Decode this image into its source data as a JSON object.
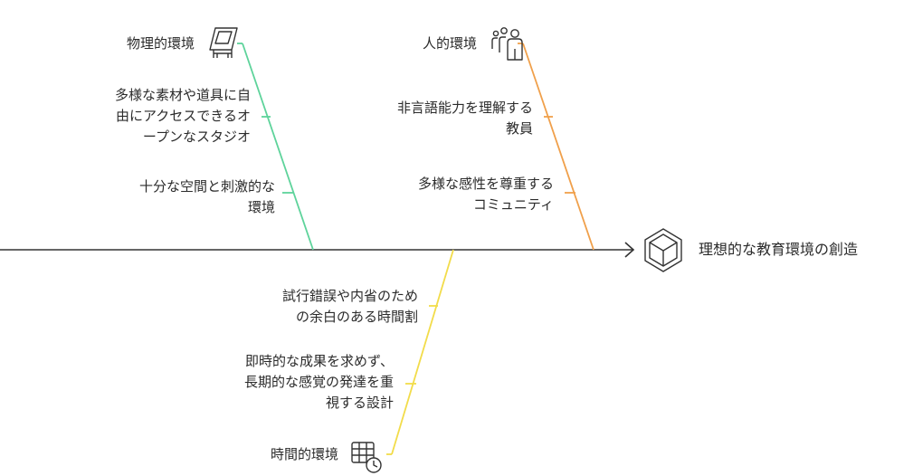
{
  "outcome": {
    "label": "理想的な教育環境の創造",
    "icon": "cube-icon"
  },
  "categories": [
    {
      "id": "physical",
      "label": "物理的環境",
      "icon": "drafting-table-icon",
      "color": "#5ed39b",
      "causes": [
        "多様な素材や道具に自\n由にアクセスできるオ\nープンなスタジオ",
        "十分な空間と刺激的な\n環境"
      ]
    },
    {
      "id": "human",
      "label": "人的環境",
      "icon": "people-icon",
      "color": "#f0a04b",
      "causes": [
        "非言語能力を理解する\n教員",
        "多様な感性を尊重する\nコミュニティ"
      ]
    },
    {
      "id": "temporal",
      "label": "時間的環境",
      "icon": "calendar-clock-icon",
      "color": "#f2dc4a",
      "causes": [
        "試行錯誤や内省のため\nの余白のある時間割",
        "即時的な成果を求めず、\n長期的な感覚の発達を重\n視する設計"
      ]
    }
  ]
}
